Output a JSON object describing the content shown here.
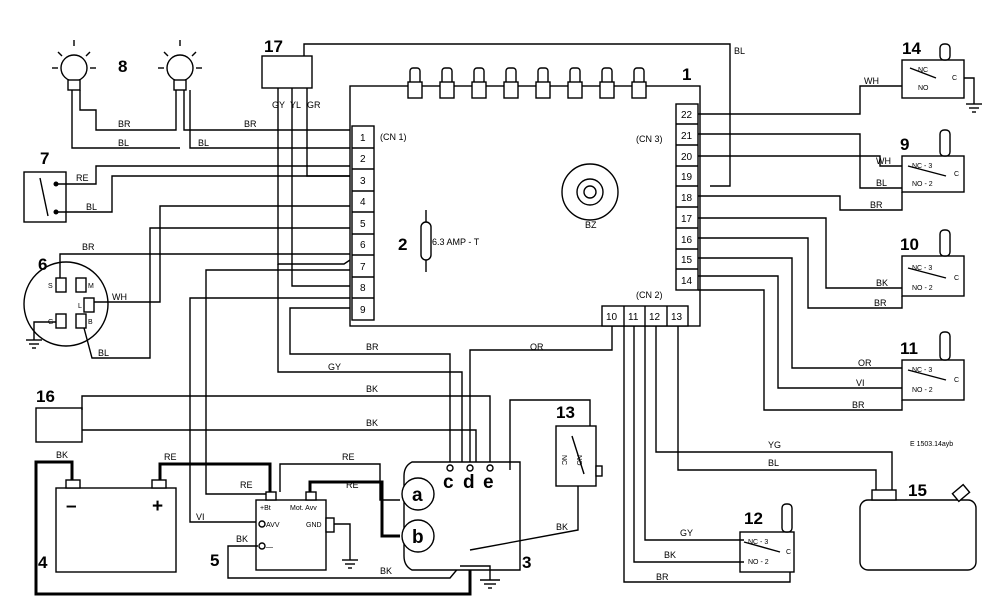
{
  "component_numbers": {
    "n1": "1",
    "n2": "2",
    "n3": "3",
    "n4": "4",
    "n5": "5",
    "n6": "6",
    "n7": "7",
    "n8": "8",
    "n9": "9",
    "n10": "10",
    "n11": "11",
    "n12": "12",
    "n13": "13",
    "n14": "14",
    "n15": "15",
    "n16": "16",
    "n17": "17"
  },
  "connectors": {
    "cn1": "(CN 1)",
    "cn2": "(CN 2)",
    "cn3": "(CN 3)",
    "buzzer": "BZ"
  },
  "cn1_pins": [
    "1",
    "2",
    "3",
    "4",
    "5",
    "6",
    "7",
    "8",
    "9"
  ],
  "cn2_pins": [
    "10",
    "11",
    "12",
    "13"
  ],
  "cn3_pins": [
    "22",
    "21",
    "20",
    "19",
    "18",
    "17",
    "16",
    "15",
    "14"
  ],
  "fuse": "6.3 AMP - T",
  "connector17_wires": {
    "gy": "GY",
    "yl": "YL",
    "gr": "GR"
  },
  "wire_colors": {
    "bl_top": "BL",
    "br_lamp": "BR",
    "bl_lamp1": "BL",
    "bl_lamp2": "BL",
    "br_cn1": "BR",
    "re_sw7": "RE",
    "bl_sw7": "BL",
    "br_key": "BR",
    "wh_key": "WH",
    "bl_key": "BL",
    "wh14": "WH",
    "wh9": "WH",
    "bl9": "BL",
    "br9": "BR",
    "bk10": "BK",
    "br10": "BR",
    "or11": "OR",
    "vi11": "VI",
    "br11": "BR",
    "yg15": "YG",
    "bl15": "BL",
    "gy12": "GY",
    "bk12": "BK",
    "br12": "BR",
    "br_mid": "BR",
    "or_mid": "OR",
    "gy_mid": "GY",
    "bk16a": "BK",
    "bk16b": "BK",
    "bk_bat": "BK",
    "re_bat": "RE",
    "re_mod": "RE",
    "re_b": "RE",
    "re_a": "RE",
    "vi_mod": "VI",
    "bk_mod": "BK",
    "bk13": "BK",
    "bk_gnd": "BK"
  },
  "switch_labels": {
    "nc": "NC",
    "c": "C",
    "no": "NO",
    "nc3": "NC - 3",
    "no2": "NO - 2",
    "s13_nc": "NC",
    "s13_no": "NO"
  },
  "key_switch": {
    "s": "S",
    "m": "M",
    "g": "G",
    "l": "L",
    "b": "B"
  },
  "relay_module": {
    "plus_bt": "+Bt",
    "mot_avv": "Mot. Avv",
    "avv": "AVV",
    "gnd": "GND",
    "dash": "—"
  },
  "solenoid": {
    "a": "a",
    "b": "b"
  },
  "terminals": {
    "c": "c",
    "d": "d",
    "e": "e"
  },
  "battery": {
    "minus": "–",
    "plus": "+"
  },
  "drawing_code": "E 1503.14ayb"
}
